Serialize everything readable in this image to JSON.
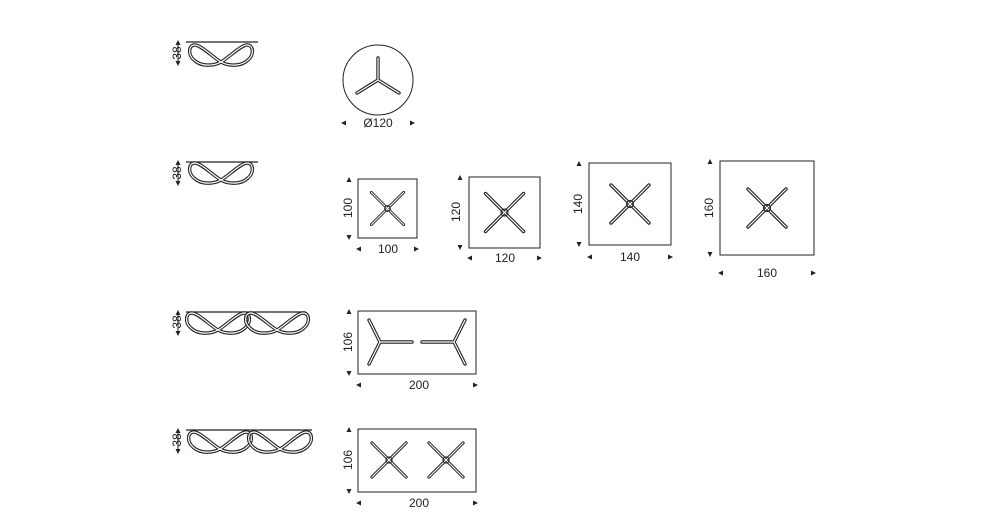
{
  "rows": [
    {
      "height_label": "38",
      "tables": [
        {
          "shape": "round",
          "legs": "tripod",
          "diameter_label": "Ø120"
        }
      ]
    },
    {
      "height_label": "38",
      "tables": [
        {
          "shape": "square",
          "legs": "cross",
          "width_label": "100",
          "depth_label": "100"
        },
        {
          "shape": "square",
          "legs": "cross",
          "width_label": "120",
          "depth_label": "120"
        },
        {
          "shape": "square",
          "legs": "cross",
          "width_label": "140",
          "depth_label": "140"
        },
        {
          "shape": "square",
          "legs": "cross",
          "width_label": "160",
          "depth_label": "160"
        }
      ]
    },
    {
      "height_label": "38",
      "tables": [
        {
          "shape": "rectangle",
          "legs": "double-tripod",
          "width_label": "200",
          "depth_label": "106"
        }
      ]
    },
    {
      "height_label": "38",
      "tables": [
        {
          "shape": "rectangle",
          "legs": "double-cross",
          "width_label": "200",
          "depth_label": "106"
        }
      ]
    }
  ]
}
